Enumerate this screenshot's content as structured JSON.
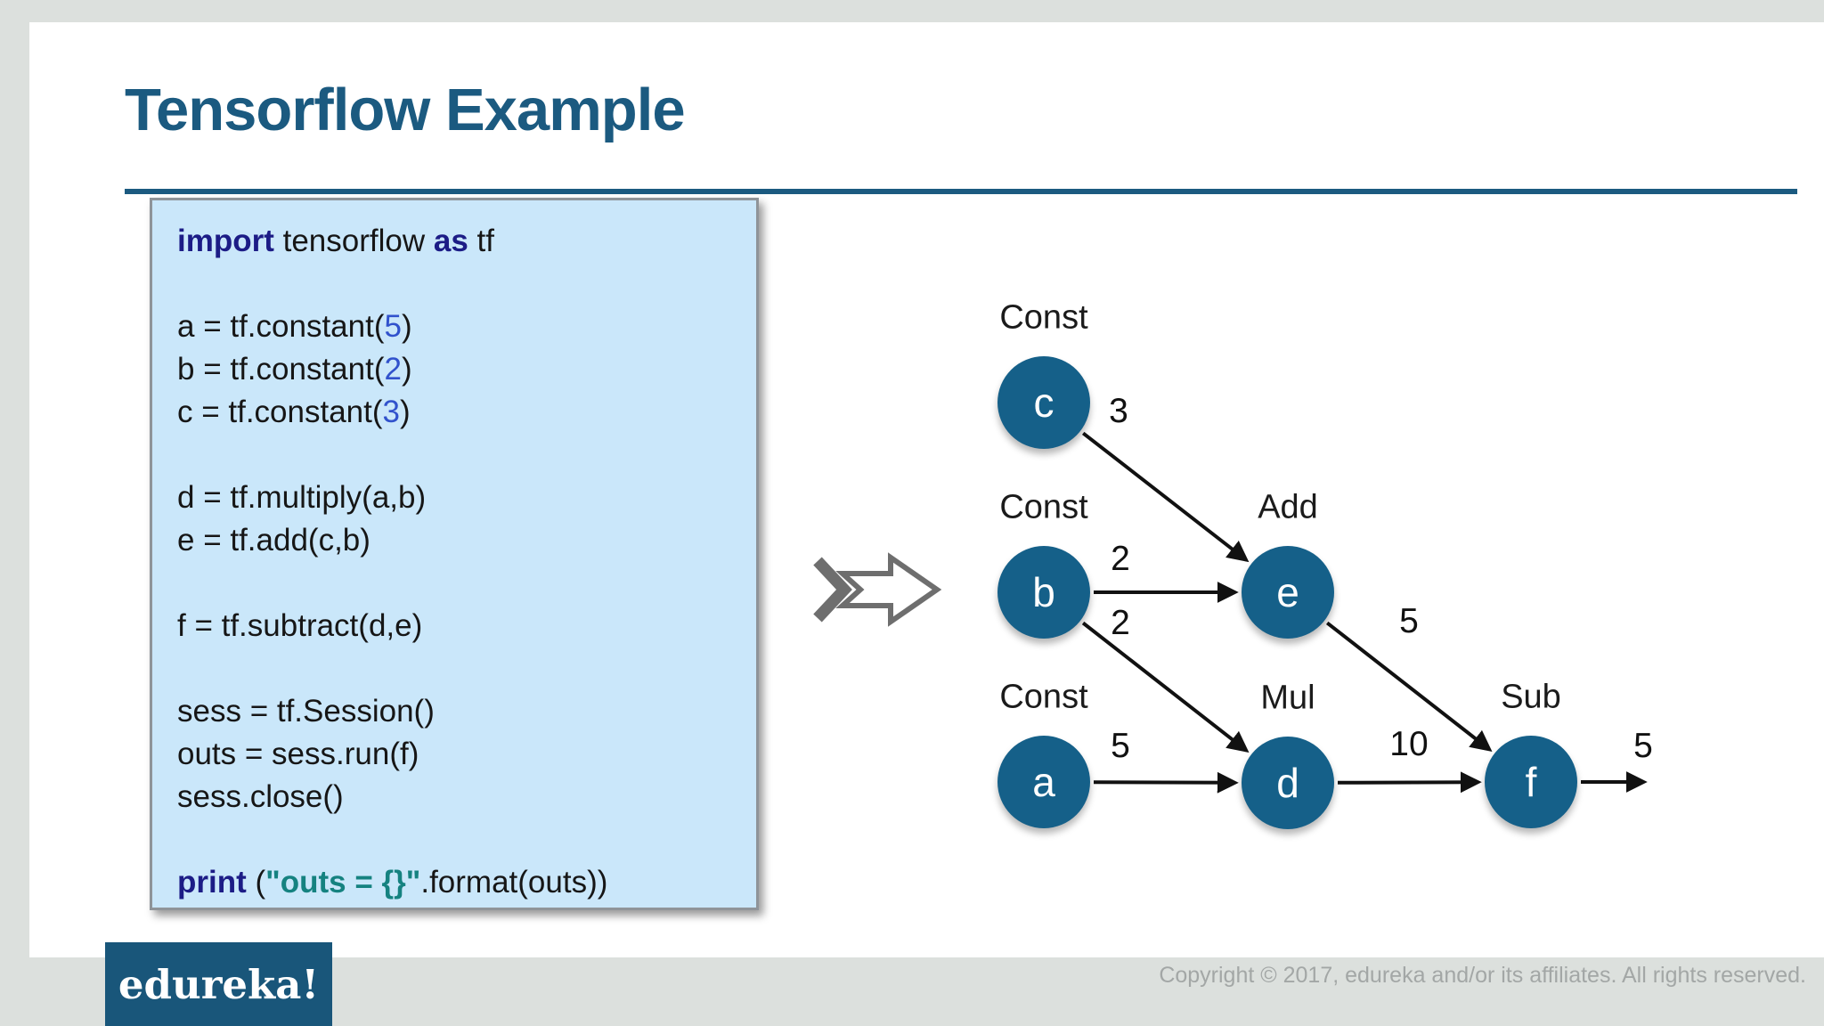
{
  "slide": {
    "title": "Tensorflow Example"
  },
  "code_box": {
    "lines": [
      [
        [
          "kw",
          "import"
        ],
        [
          "p",
          " tensorflow "
        ],
        [
          "kw",
          "as"
        ],
        [
          "p",
          " tf"
        ]
      ],
      [],
      [
        [
          "p",
          "a = tf.constant("
        ],
        [
          "num",
          "5"
        ],
        [
          "p",
          ")"
        ]
      ],
      [
        [
          "p",
          "b = tf.constant("
        ],
        [
          "num",
          "2"
        ],
        [
          "p",
          ")"
        ]
      ],
      [
        [
          "p",
          "c = tf.constant("
        ],
        [
          "num",
          "3"
        ],
        [
          "p",
          ")"
        ]
      ],
      [],
      [
        [
          "p",
          "d = tf.multiply(a,b)"
        ]
      ],
      [
        [
          "p",
          "e = tf.add(c,b)"
        ]
      ],
      [],
      [
        [
          "p",
          "f = tf.subtract(d,e)"
        ]
      ],
      [],
      [
        [
          "p",
          "sess = tf.Session()"
        ]
      ],
      [
        [
          "p",
          "outs = sess.run(f)"
        ]
      ],
      [
        [
          "p",
          "sess.close()"
        ]
      ],
      [],
      [
        [
          "kw",
          "print"
        ],
        [
          "p",
          " ("
        ],
        [
          "str",
          "\"outs = {}\""
        ],
        [
          "p",
          ".format(outs))"
        ]
      ]
    ]
  },
  "graph": {
    "nodes": [
      {
        "id": "c",
        "letter": "c",
        "op": "Const"
      },
      {
        "id": "b",
        "letter": "b",
        "op": "Const"
      },
      {
        "id": "a",
        "letter": "a",
        "op": "Const"
      },
      {
        "id": "e",
        "letter": "e",
        "op": "Add"
      },
      {
        "id": "d",
        "letter": "d",
        "op": "Mul"
      },
      {
        "id": "f",
        "letter": "f",
        "op": "Sub"
      }
    ],
    "edges": [
      {
        "from": "c",
        "to": "e",
        "label": "3"
      },
      {
        "from": "b",
        "to": "e",
        "label": "2"
      },
      {
        "from": "b",
        "to": "d",
        "label": "2"
      },
      {
        "from": "a",
        "to": "d",
        "label": "5"
      },
      {
        "from": "e",
        "to": "f",
        "label": "5"
      },
      {
        "from": "d",
        "to": "f",
        "label": "10"
      },
      {
        "from": "f",
        "to": "out",
        "label": "5"
      }
    ]
  },
  "footer": {
    "logo_text": "edureka!",
    "copyright": "Copyright © 2017, edureka and/or its affiliates. All rights reserved."
  },
  "colors": {
    "accent_blue": "#1b5a80",
    "node_fill": "#156089",
    "code_box_bg": "#cae7fa",
    "keyword_navy": "#1c1c86",
    "number_blue": "#3152cc",
    "string_teal": "#158280",
    "frame_gray": "#dce0dd",
    "arrow_gray": "#6e6e6e",
    "copyright_gray": "#a3a7a6"
  }
}
